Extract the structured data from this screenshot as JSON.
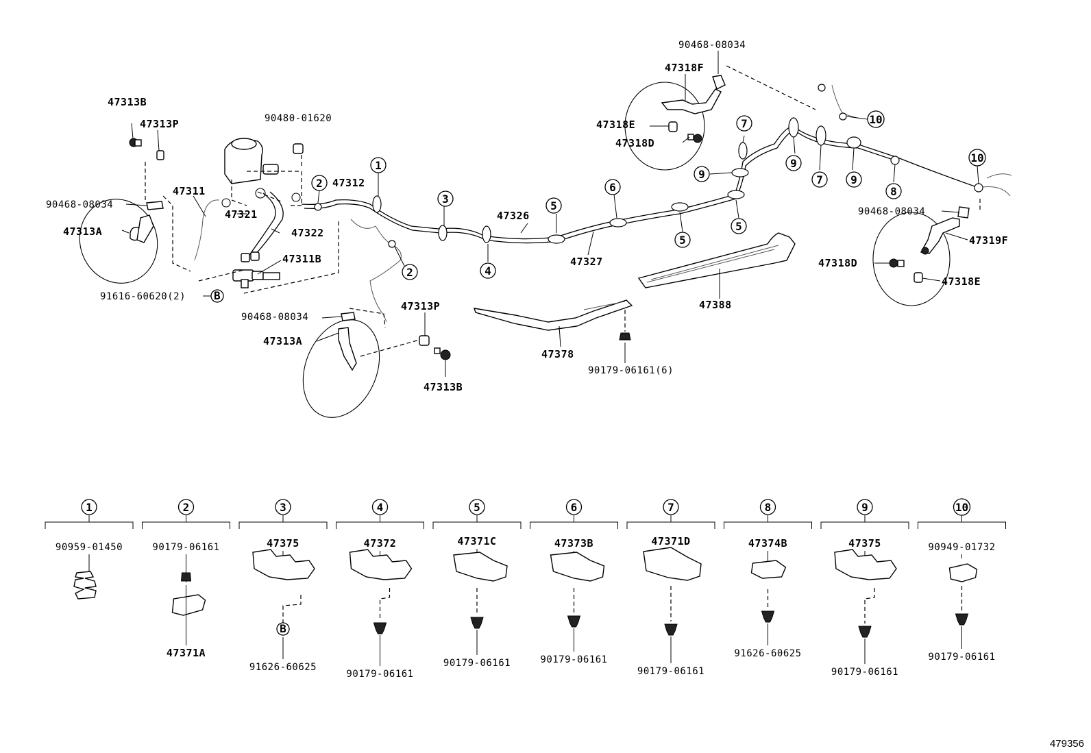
{
  "labels": {
    "l_47313B_a": "47313B",
    "l_47313P_a": "47313P",
    "l_90468_a": "90468-08034",
    "l_47313A_a": "47313A",
    "l_47311": "47311",
    "l_90480": "90480-01620",
    "l_47321": "47321",
    "l_47322": "47322",
    "l_47312": "47312",
    "l_47311B": "47311B",
    "l_91616": "91616-60620(2)",
    "l_90468_b": "90468-08034",
    "l_47313A_b": "47313A",
    "l_47313P_b": "47313P",
    "l_47313B_b": "47313B",
    "l_47326": "47326",
    "l_47327": "47327",
    "l_90468_top": "90468-08034",
    "l_47318F": "47318F",
    "l_47318E_a": "47318E",
    "l_47318D_a": "47318D",
    "l_47388": "47388",
    "l_47378": "47378",
    "l_90179_6": "90179-06161(6)",
    "l_90468_r": "90468-08034",
    "l_47319F": "47319F",
    "l_47318D_b": "47318D",
    "l_47318E_b": "47318E"
  },
  "markers": {
    "circle_b": "B"
  },
  "clip_table": [
    {
      "num": "1",
      "top": "90959-01450",
      "bottom": ""
    },
    {
      "num": "2",
      "top": "90179-06161",
      "bottom": "47371A"
    },
    {
      "num": "3",
      "top": "47375",
      "bottom": "91626-60625"
    },
    {
      "num": "4",
      "top": "47372",
      "bottom": "90179-06161"
    },
    {
      "num": "5",
      "top": "47371C",
      "bottom": "90179-06161"
    },
    {
      "num": "6",
      "top": "47373B",
      "bottom": "90179-06161"
    },
    {
      "num": "7",
      "top": "47371D",
      "bottom": "90179-06161"
    },
    {
      "num": "8",
      "top": "47374B",
      "bottom": "91626-60625"
    },
    {
      "num": "9",
      "top": "47375",
      "bottom": "90179-06161"
    },
    {
      "num": "10",
      "top": "90949-01732",
      "bottom": "90179-06161"
    }
  ],
  "callouts": {
    "c1": "1",
    "c2a": "2",
    "c2b": "2",
    "c3": "3",
    "c4": "4",
    "c5a": "5",
    "c5b": "5",
    "c5c": "5",
    "c6": "6",
    "c7a": "7",
    "c7b": "7",
    "c8": "8",
    "c9a": "9",
    "c9b": "9",
    "c9c": "9",
    "c10a": "10",
    "c10b": "10"
  },
  "illustration_id": "479356"
}
